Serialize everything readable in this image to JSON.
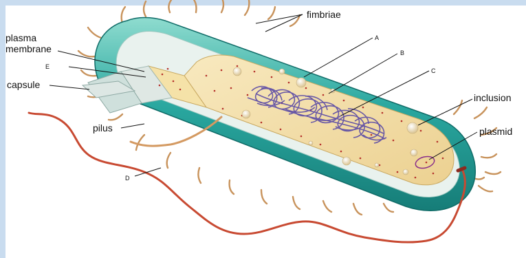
{
  "labels": {
    "fimbriae": "fimbriae",
    "a": "A",
    "b": "B",
    "c": "C",
    "plasma_membrane_line1": "plasma",
    "plasma_membrane_line2": "membrane",
    "e": "E",
    "capsule": "capsule",
    "inclusion": "inclusion",
    "plasmid": "plasmid",
    "pilus": "pilus",
    "d": "D"
  },
  "colors": {
    "background_border": "#c9dcef",
    "capsule_teal": "#2aa8a0",
    "capsule_teal_light": "#7fd2c6",
    "cell_wall": "#e9f2ee",
    "cytoplasm": "#f2dfa8",
    "ribosome_dots": "#b5302a",
    "nucleoid": "#5a4aa6",
    "flagellum": "#c84a32",
    "fimbriae": "#c8935c",
    "pilus": "#d49a62"
  }
}
